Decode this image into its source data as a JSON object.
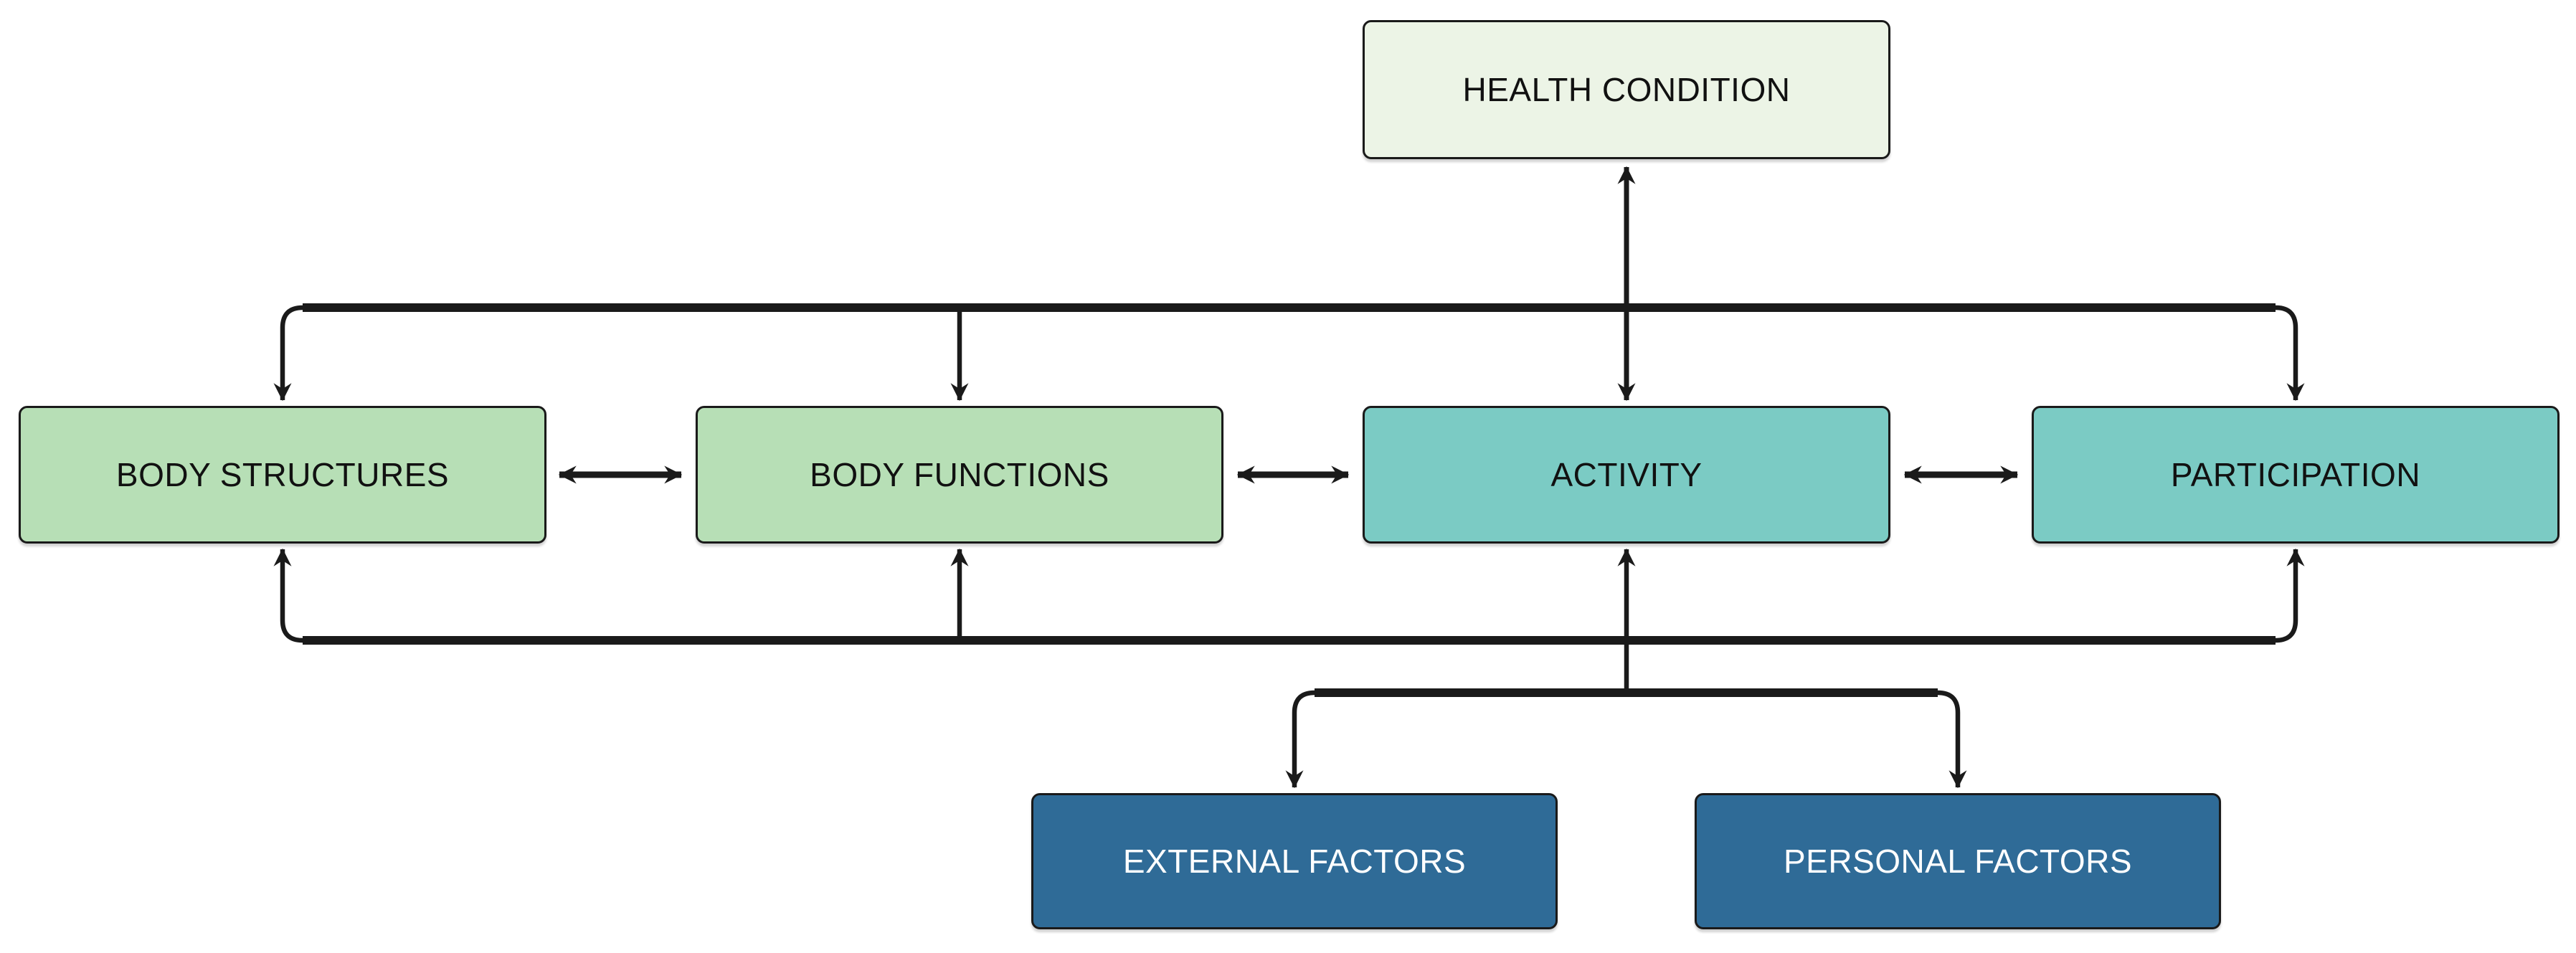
{
  "style": {
    "background": "#ffffff",
    "border_color": "#1a1a1a",
    "line_color": "#1a1a1a"
  },
  "nodes": {
    "health_condition": {
      "label": "HEALTH CONDITION",
      "fill": "#ecf4e6",
      "text_color": "#111111"
    },
    "body_structures": {
      "label": "BODY STRUCTURES",
      "fill": "#b7dfb6",
      "text_color": "#111111"
    },
    "body_functions": {
      "label": "BODY FUNCTIONS",
      "fill": "#b7dfb6",
      "text_color": "#111111"
    },
    "activity": {
      "label": "ACTIVITY",
      "fill": "#7bcbc4",
      "text_color": "#111111"
    },
    "participation": {
      "label": "PARTICIPATION",
      "fill": "#7bcbc4",
      "text_color": "#111111"
    },
    "external_factors": {
      "label": "EXTERNAL FACTORS",
      "fill": "#2f6b97",
      "text_color": "#ffffff"
    },
    "personal_factors": {
      "label": "PERSONAL FACTORS",
      "fill": "#2f6b97",
      "text_color": "#ffffff"
    }
  },
  "edges": [
    {
      "between": [
        "HEALTH CONDITION",
        "ACTIVITY"
      ],
      "style": "double-headed vertical arrow"
    },
    {
      "between": [
        "top connector",
        "BODY STRUCTURES"
      ],
      "style": "arrow down into box top"
    },
    {
      "between": [
        "top connector",
        "BODY FUNCTIONS"
      ],
      "style": "arrow down into box top"
    },
    {
      "between": [
        "top connector",
        "PARTICIPATION"
      ],
      "style": "arrow down into box top"
    },
    {
      "between": [
        "BODY STRUCTURES",
        "BODY FUNCTIONS"
      ],
      "style": "double-headed horizontal arrow"
    },
    {
      "between": [
        "BODY FUNCTIONS",
        "ACTIVITY"
      ],
      "style": "double-headed horizontal arrow"
    },
    {
      "between": [
        "ACTIVITY",
        "PARTICIPATION"
      ],
      "style": "double-headed horizontal arrow"
    },
    {
      "between": [
        "bottom connector",
        "BODY STRUCTURES"
      ],
      "style": "arrow up into box bottom"
    },
    {
      "between": [
        "bottom connector",
        "BODY FUNCTIONS"
      ],
      "style": "arrow up into box bottom"
    },
    {
      "between": [
        "bottom connector",
        "ACTIVITY"
      ],
      "style": "arrow up into box bottom"
    },
    {
      "between": [
        "bottom connector",
        "PARTICIPATION"
      ],
      "style": "arrow up into box bottom"
    },
    {
      "between": [
        "ACTIVITY branch",
        "EXTERNAL FACTORS"
      ],
      "style": "arrow down into box top"
    },
    {
      "between": [
        "ACTIVITY branch",
        "PERSONAL FACTORS"
      ],
      "style": "arrow down into box top"
    }
  ]
}
